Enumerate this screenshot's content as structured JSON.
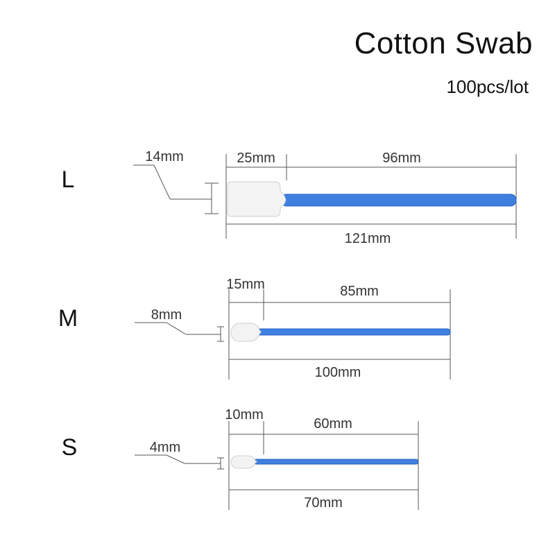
{
  "title": "Cotton Swab",
  "subtitle": "100pcs/lot",
  "colors": {
    "stick": "#3f7fe0",
    "stick_edge": "#2b63c4",
    "head": "#f3f3f3",
    "head_edge": "#cfcfcf",
    "line": "#555555"
  },
  "swabs": [
    {
      "size": "L",
      "head_width": "14mm",
      "head_length": "25mm",
      "stick_length": "96mm",
      "total_length": "121mm"
    },
    {
      "size": "M",
      "head_width": "8mm",
      "head_length": "15mm",
      "stick_length": "85mm",
      "total_length": "100mm"
    },
    {
      "size": "S",
      "head_width": "4mm",
      "head_length": "10mm",
      "stick_length": "60mm",
      "total_length": "70mm"
    }
  ]
}
